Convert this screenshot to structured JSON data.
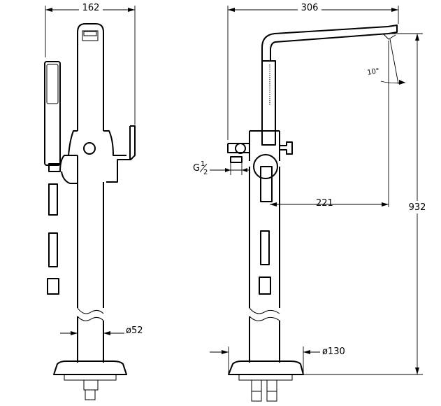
{
  "dimensions": {
    "width_left": "162",
    "width_right": "306",
    "angle": "10°",
    "thread_main": "G",
    "thread_frac_num": "1",
    "thread_frac_den": "2",
    "spout_height": "221",
    "total_height": "932",
    "diameter_pipe": "ø52",
    "diameter_base": "ø130"
  }
}
